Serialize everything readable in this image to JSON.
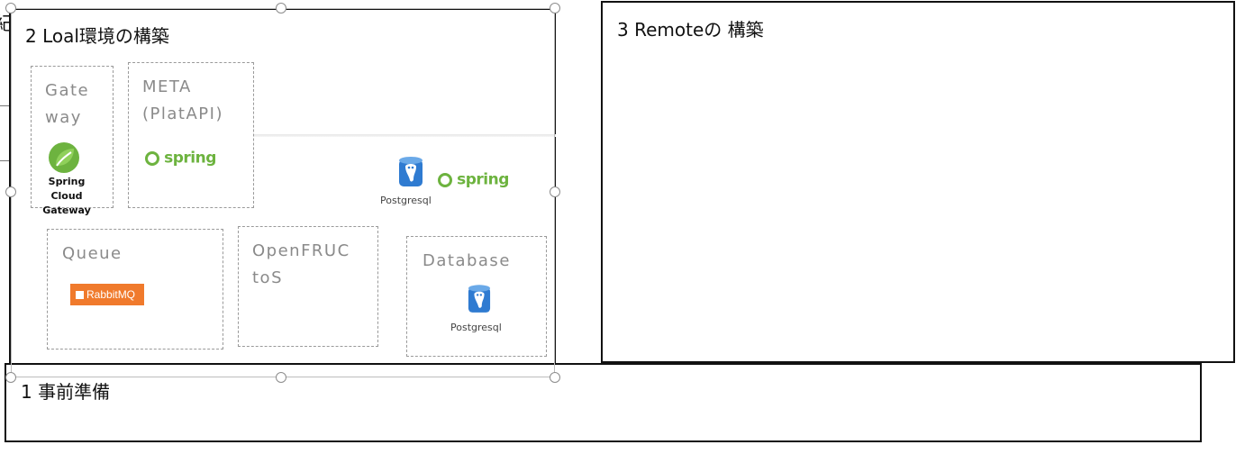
{
  "clipped_char": "紀",
  "local_section": {
    "title": "2 Loal環境の構築"
  },
  "remote_section": {
    "title": "3 Remoteの 構築"
  },
  "prep_section": {
    "title": "1 事前準備"
  },
  "components": {
    "gateway": {
      "label": "Gate\nway",
      "logo_text": "Spring\nCloud\nGateway"
    },
    "meta": {
      "label": "META\n(PlatAPI)",
      "logo_text": "spring"
    },
    "queue": {
      "label": "Queue",
      "logo_text": "RabbitMQ"
    },
    "openfrucos": {
      "label": "OpenFRUC\ntoS"
    },
    "database": {
      "label": "Database",
      "logo_text": "Postgresql"
    },
    "floating": {
      "db_text": "Postgresql",
      "spring_text": "spring"
    }
  },
  "colors": {
    "spring_green": "#6db33f",
    "postgres_blue": "#336791",
    "rabbit_orange": "#f07a2c"
  }
}
